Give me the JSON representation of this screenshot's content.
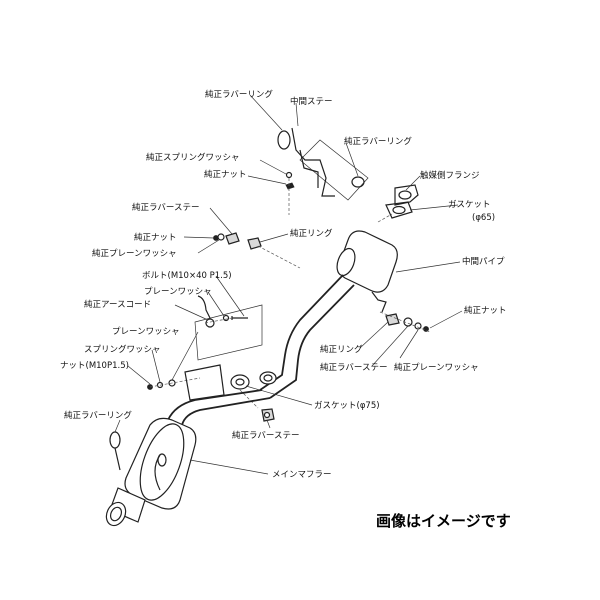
{
  "labels": {
    "rubber_ring_top": "純正ラバーリング",
    "middle_stay": "中間ステー",
    "rubber_ring_mid": "純正ラバーリング",
    "spring_washer_genuine": "純正スプリングワッシャ",
    "genuine_nut_top": "純正ナット",
    "catalyst_flange": "触媒側フランジ",
    "gasket_65": "ガスケット",
    "gasket_65_size": "(φ65)",
    "rubber_stay_top": "純正ラバーステー",
    "genuine_ring_top": "純正リング",
    "genuine_nut_left": "純正ナット",
    "plain_washer_genuine_left": "純正プレーンワッシャ",
    "middle_pipe": "中間パイプ",
    "bolt": "ボルト(M10×40 P1.5)",
    "plain_washer_1": "プレーンワッシャ",
    "earth_cord": "純正アースコード",
    "genuine_nut_right": "純正ナット",
    "plain_washer_2": "プレーンワッシャ",
    "spring_washer": "スプリングワッシャ",
    "nut": "ナット(M10P1.5)",
    "genuine_ring_bottom": "純正リング",
    "rubber_stay_mid": "純正ラバーステー",
    "plain_washer_genuine_right": "純正プレーンワッシャ",
    "rubber_ring_bottom": "純正ラバーリング",
    "gasket_75": "ガスケット(φ75)",
    "rubber_stay_bottom": "純正ラバーステー",
    "main_muffler": "メインマフラー"
  },
  "note": "画像はイメージです"
}
